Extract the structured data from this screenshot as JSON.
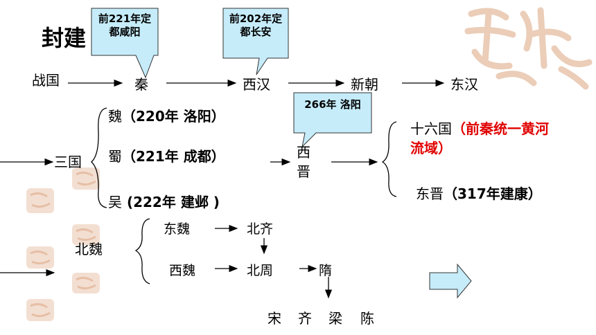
{
  "title": "封建",
  "callouts": {
    "qin": "前221年定都咸阳",
    "xihan": "前202年定都长安",
    "xijin": "266年 洛阳"
  },
  "row1": {
    "zhanguo": "战国",
    "qin": "秦",
    "xihan": "西汉",
    "xinchao": "新朝",
    "donghan": "东汉"
  },
  "three_kingdoms": {
    "label": "三国",
    "wei_name": "魏",
    "wei_year": "（220年 洛阳）",
    "shu_name": "蜀",
    "shu_year": "（221年 成都）",
    "wu_name": "吴",
    "wu_year": " (222年  建邺 )"
  },
  "jin": {
    "xijin_1": "西",
    "xijin_2": "晋",
    "sixteen_label": "十六国",
    "sixteen_note_1": "（前秦统一黄河",
    "sixteen_note_2": "流域）",
    "dongjin_label": "东晋",
    "dongjin_note": "（317年建康）"
  },
  "north": {
    "beiwei": "北魏",
    "dongwei": "东魏",
    "beiqi": "北齐",
    "xiwei": "西魏",
    "beizhou": "北周",
    "sui": "隋"
  },
  "south": {
    "song": "宋",
    "qi": "齐",
    "liang": "梁",
    "chen": "陈"
  },
  "colors": {
    "callout_fill": "#c6ecfa",
    "red_text": "#e00000",
    "decor": "#e9c9b4",
    "arrow_fill": "#c6ecfa"
  }
}
